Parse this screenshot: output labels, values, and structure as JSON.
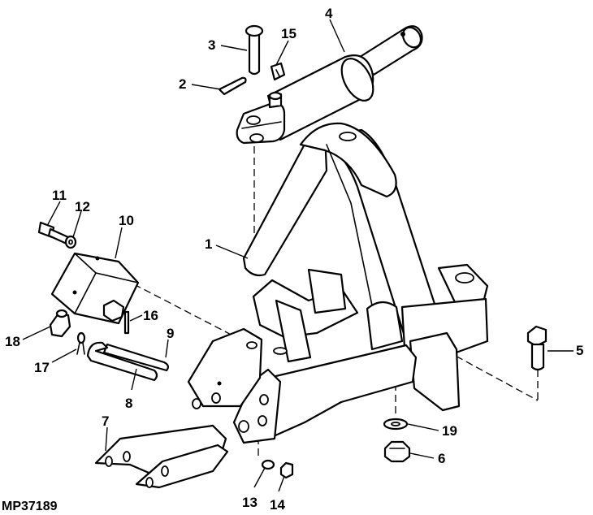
{
  "figure_code": "MP37189",
  "callouts": [
    {
      "id": "1",
      "text": "1"
    },
    {
      "id": "2",
      "text": "2"
    },
    {
      "id": "3",
      "text": "3"
    },
    {
      "id": "4",
      "text": "4"
    },
    {
      "id": "5",
      "text": "5"
    },
    {
      "id": "6",
      "text": "6"
    },
    {
      "id": "7",
      "text": "7"
    },
    {
      "id": "8",
      "text": "8"
    },
    {
      "id": "9",
      "text": "9"
    },
    {
      "id": "10",
      "text": "10"
    },
    {
      "id": "11",
      "text": "11"
    },
    {
      "id": "12",
      "text": "12"
    },
    {
      "id": "13",
      "text": "13"
    },
    {
      "id": "14",
      "text": "14"
    },
    {
      "id": "15",
      "text": "15"
    },
    {
      "id": "16",
      "text": "16"
    },
    {
      "id": "17",
      "text": "17"
    },
    {
      "id": "18",
      "text": "18"
    },
    {
      "id": "19",
      "text": "19"
    }
  ],
  "colors": {
    "line": "#000000",
    "background": "#ffffff"
  }
}
